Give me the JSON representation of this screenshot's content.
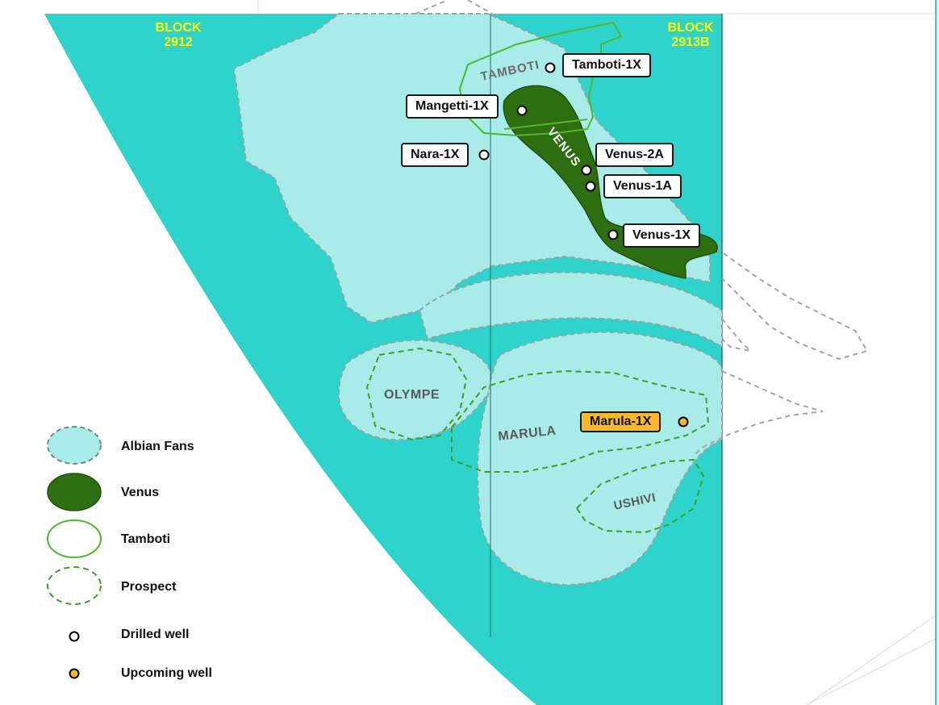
{
  "blocks": [
    {
      "line1": "BLOCK",
      "line2": "2912"
    },
    {
      "line1": "BLOCK",
      "line2": "2913B"
    }
  ],
  "outlines": [
    {
      "name": "TAMBOTI",
      "label": "TAMBOTI",
      "type": "tamboti"
    },
    {
      "name": "VENUS",
      "label": "VENUS",
      "type": "venus"
    },
    {
      "name": "OLYMPE",
      "label": "OLYMPE",
      "type": "prospect"
    },
    {
      "name": "MARULA",
      "label": "MARULA",
      "type": "prospect"
    },
    {
      "name": "USHIVI",
      "label": "USHIVI",
      "type": "prospect"
    }
  ],
  "wells": [
    {
      "name": "Tamboti-1X",
      "status": "drilled"
    },
    {
      "name": "Mangetti-1X",
      "status": "drilled"
    },
    {
      "name": "Nara-1X",
      "status": "drilled"
    },
    {
      "name": "Venus-2A",
      "status": "drilled"
    },
    {
      "name": "Venus-1A",
      "status": "drilled"
    },
    {
      "name": "Venus-1X",
      "status": "drilled"
    },
    {
      "name": "Marula-1X",
      "status": "upcoming"
    }
  ],
  "legend": {
    "albian_fans": "Albian Fans",
    "venus": "Venus",
    "tamboti": "Tamboti",
    "prospect": "Prospect",
    "drilled_well": "Drilled well",
    "upcoming_well": "Upcoming well"
  },
  "colors": {
    "deep_water": "#2ed3cb",
    "albian_fans": "#a9ebe8",
    "venus": "#2d6e11",
    "tamboti_outline": "#4cb82c",
    "prospect_outline": "#3aa028",
    "block_label": "#ffff00",
    "upcoming_well": "#f7b92a",
    "drilled_well": "#ffffff"
  }
}
